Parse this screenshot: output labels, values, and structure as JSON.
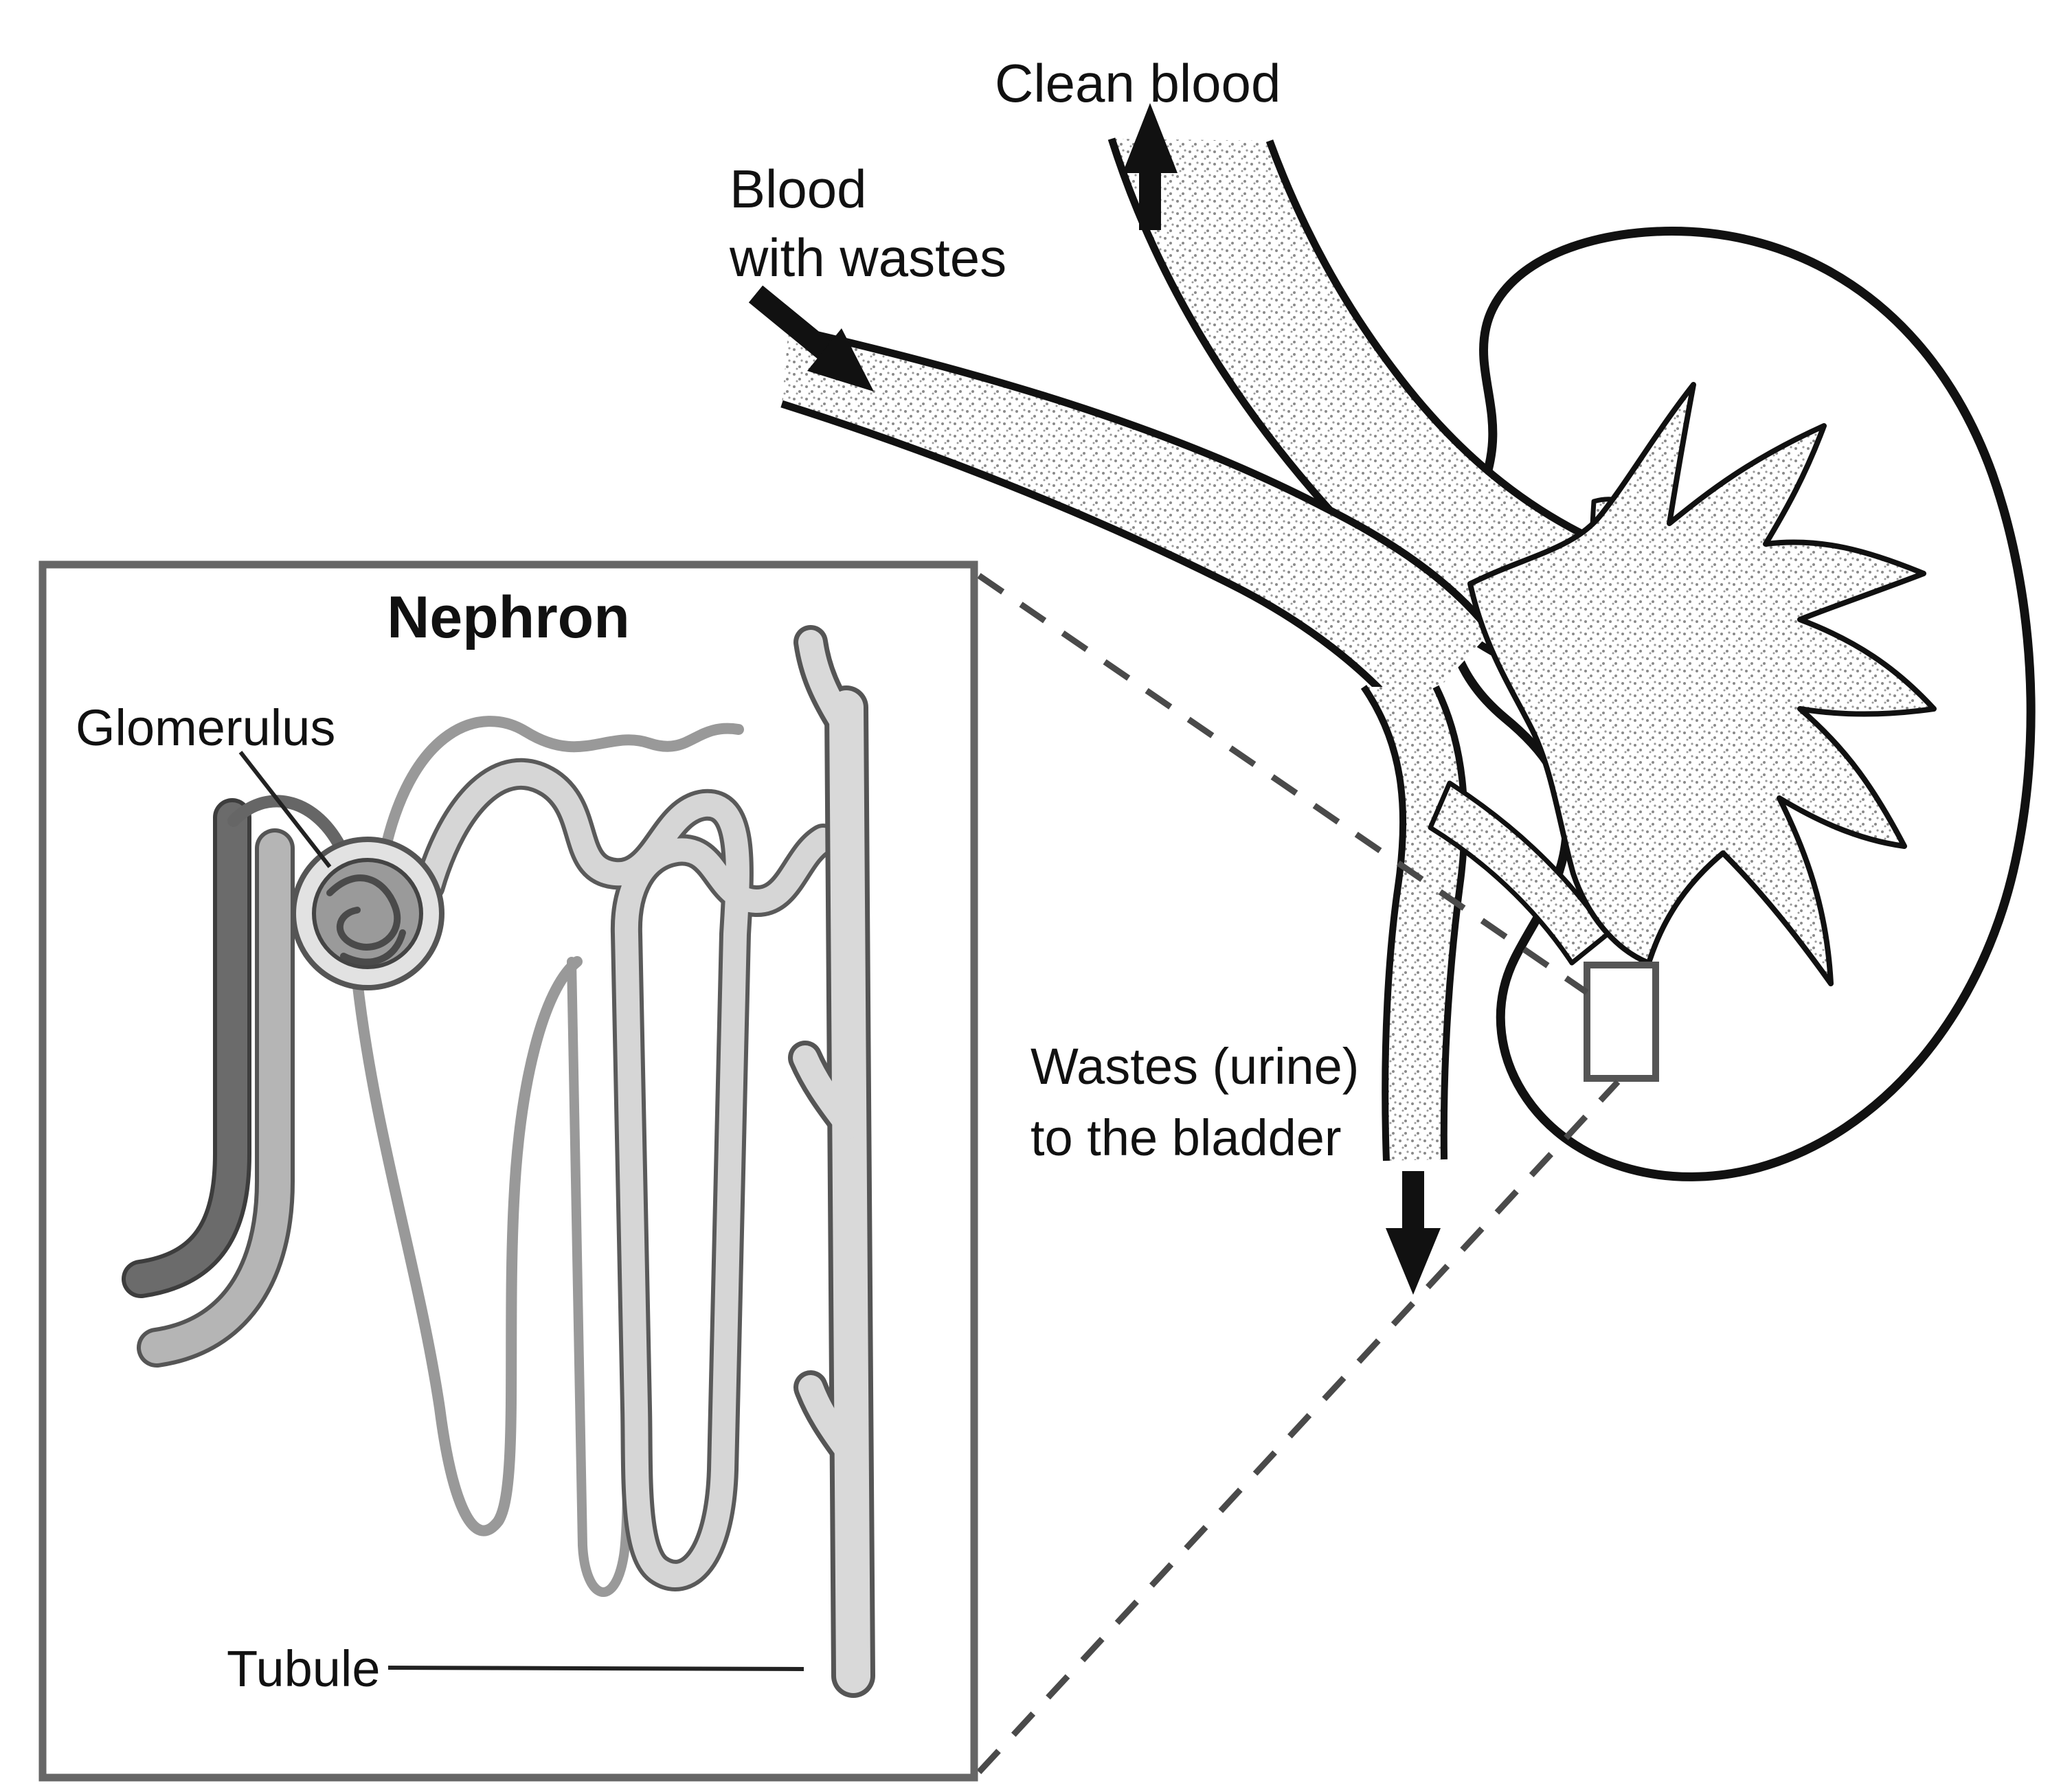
{
  "diagram": {
    "kind": "kidney-and-nephron-anatomy-diagram",
    "labels": {
      "clean_blood": "Clean blood",
      "blood_line1": "Blood",
      "blood_line2": "with wastes",
      "wastes_line1": "Wastes (urine)",
      "wastes_line2": "to the bladder"
    },
    "inset": {
      "title": "Nephron",
      "glomerulus_label": "Glomerulus",
      "tubule_label": "Tubule"
    },
    "colors": {
      "ink": "#111111",
      "inset_border": "#666666",
      "callout_dash": "#4a4a4a",
      "vessel_dark": "#6b6b6b",
      "vessel_mid": "#9a9a9a",
      "vessel_light": "#d6d6d6",
      "capsule_gray": "#e2e2e2",
      "stipple_dot": "#8a8a8a"
    }
  }
}
